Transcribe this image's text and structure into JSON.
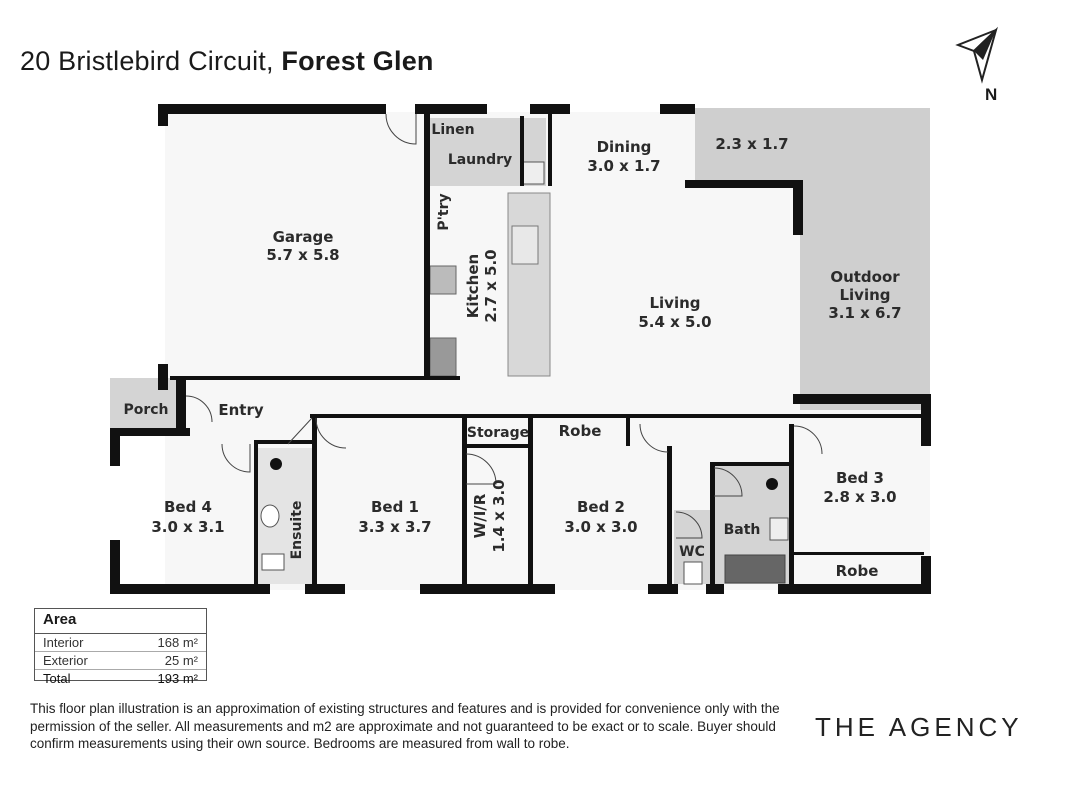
{
  "header": {
    "address_street": "20 Bristlebird Circuit, ",
    "address_suburb": "Forest Glen"
  },
  "compass": {
    "label": "N"
  },
  "rooms": {
    "garage": {
      "name": "Garage",
      "size": "5.7 x 5.8"
    },
    "linen": {
      "name": "Linen"
    },
    "laundry": {
      "name": "Laundry"
    },
    "pantry": {
      "name": "P'try"
    },
    "kitchen": {
      "name": "Kitchen",
      "size": "2.7 x 5.0"
    },
    "dining": {
      "name": "Dining",
      "size": "3.0 x 1.7"
    },
    "alfresco": {
      "size": "2.3 x 1.7"
    },
    "living": {
      "name": "Living",
      "size": "5.4 x 5.0"
    },
    "outdoor": {
      "name1": "Outdoor",
      "name2": "Living",
      "size": "3.1 x 6.7"
    },
    "porch": {
      "name": "Porch"
    },
    "entry": {
      "name": "Entry"
    },
    "storage": {
      "name": "Storage"
    },
    "robe_top": {
      "name": "Robe"
    },
    "bed4": {
      "name": "Bed 4",
      "size": "3.0 x 3.1"
    },
    "ensuite": {
      "name": "Ensuite"
    },
    "bed1": {
      "name": "Bed 1",
      "size": "3.3 x 3.7"
    },
    "wir": {
      "name": "W/I/R",
      "size": "1.4 x 3.0"
    },
    "bed2": {
      "name": "Bed 2",
      "size": "3.0 x 3.0"
    },
    "wc": {
      "name": "WC"
    },
    "bath": {
      "name": "Bath"
    },
    "bed3": {
      "name": "Bed 3",
      "size": "2.8 x 3.0"
    },
    "robe_bed3": {
      "name": "Robe"
    }
  },
  "area_table": {
    "heading": "Area",
    "rows": [
      {
        "label": "Interior",
        "value": "168 m²"
      },
      {
        "label": "Exterior",
        "value": "25 m²"
      },
      {
        "label": "Total",
        "value": "193 m²"
      }
    ]
  },
  "disclaimer": "This floor plan illustration is an approximation of existing structures and features and is provided for convenience only with the permission of the seller. All measurements and m2 are approximate and not guaranteed to be exact or to scale. Buyer should confirm measurements using their own source. Bedrooms are measured from wall to robe.",
  "brand": "THE AGENCY",
  "colors": {
    "wall": "#111111",
    "outdoor_fill": "#cfcfcf",
    "wet_fill": "#d4d4d4",
    "ensuite_fill": "#e4e4e4",
    "floor_fill": "#f7f7f7"
  }
}
